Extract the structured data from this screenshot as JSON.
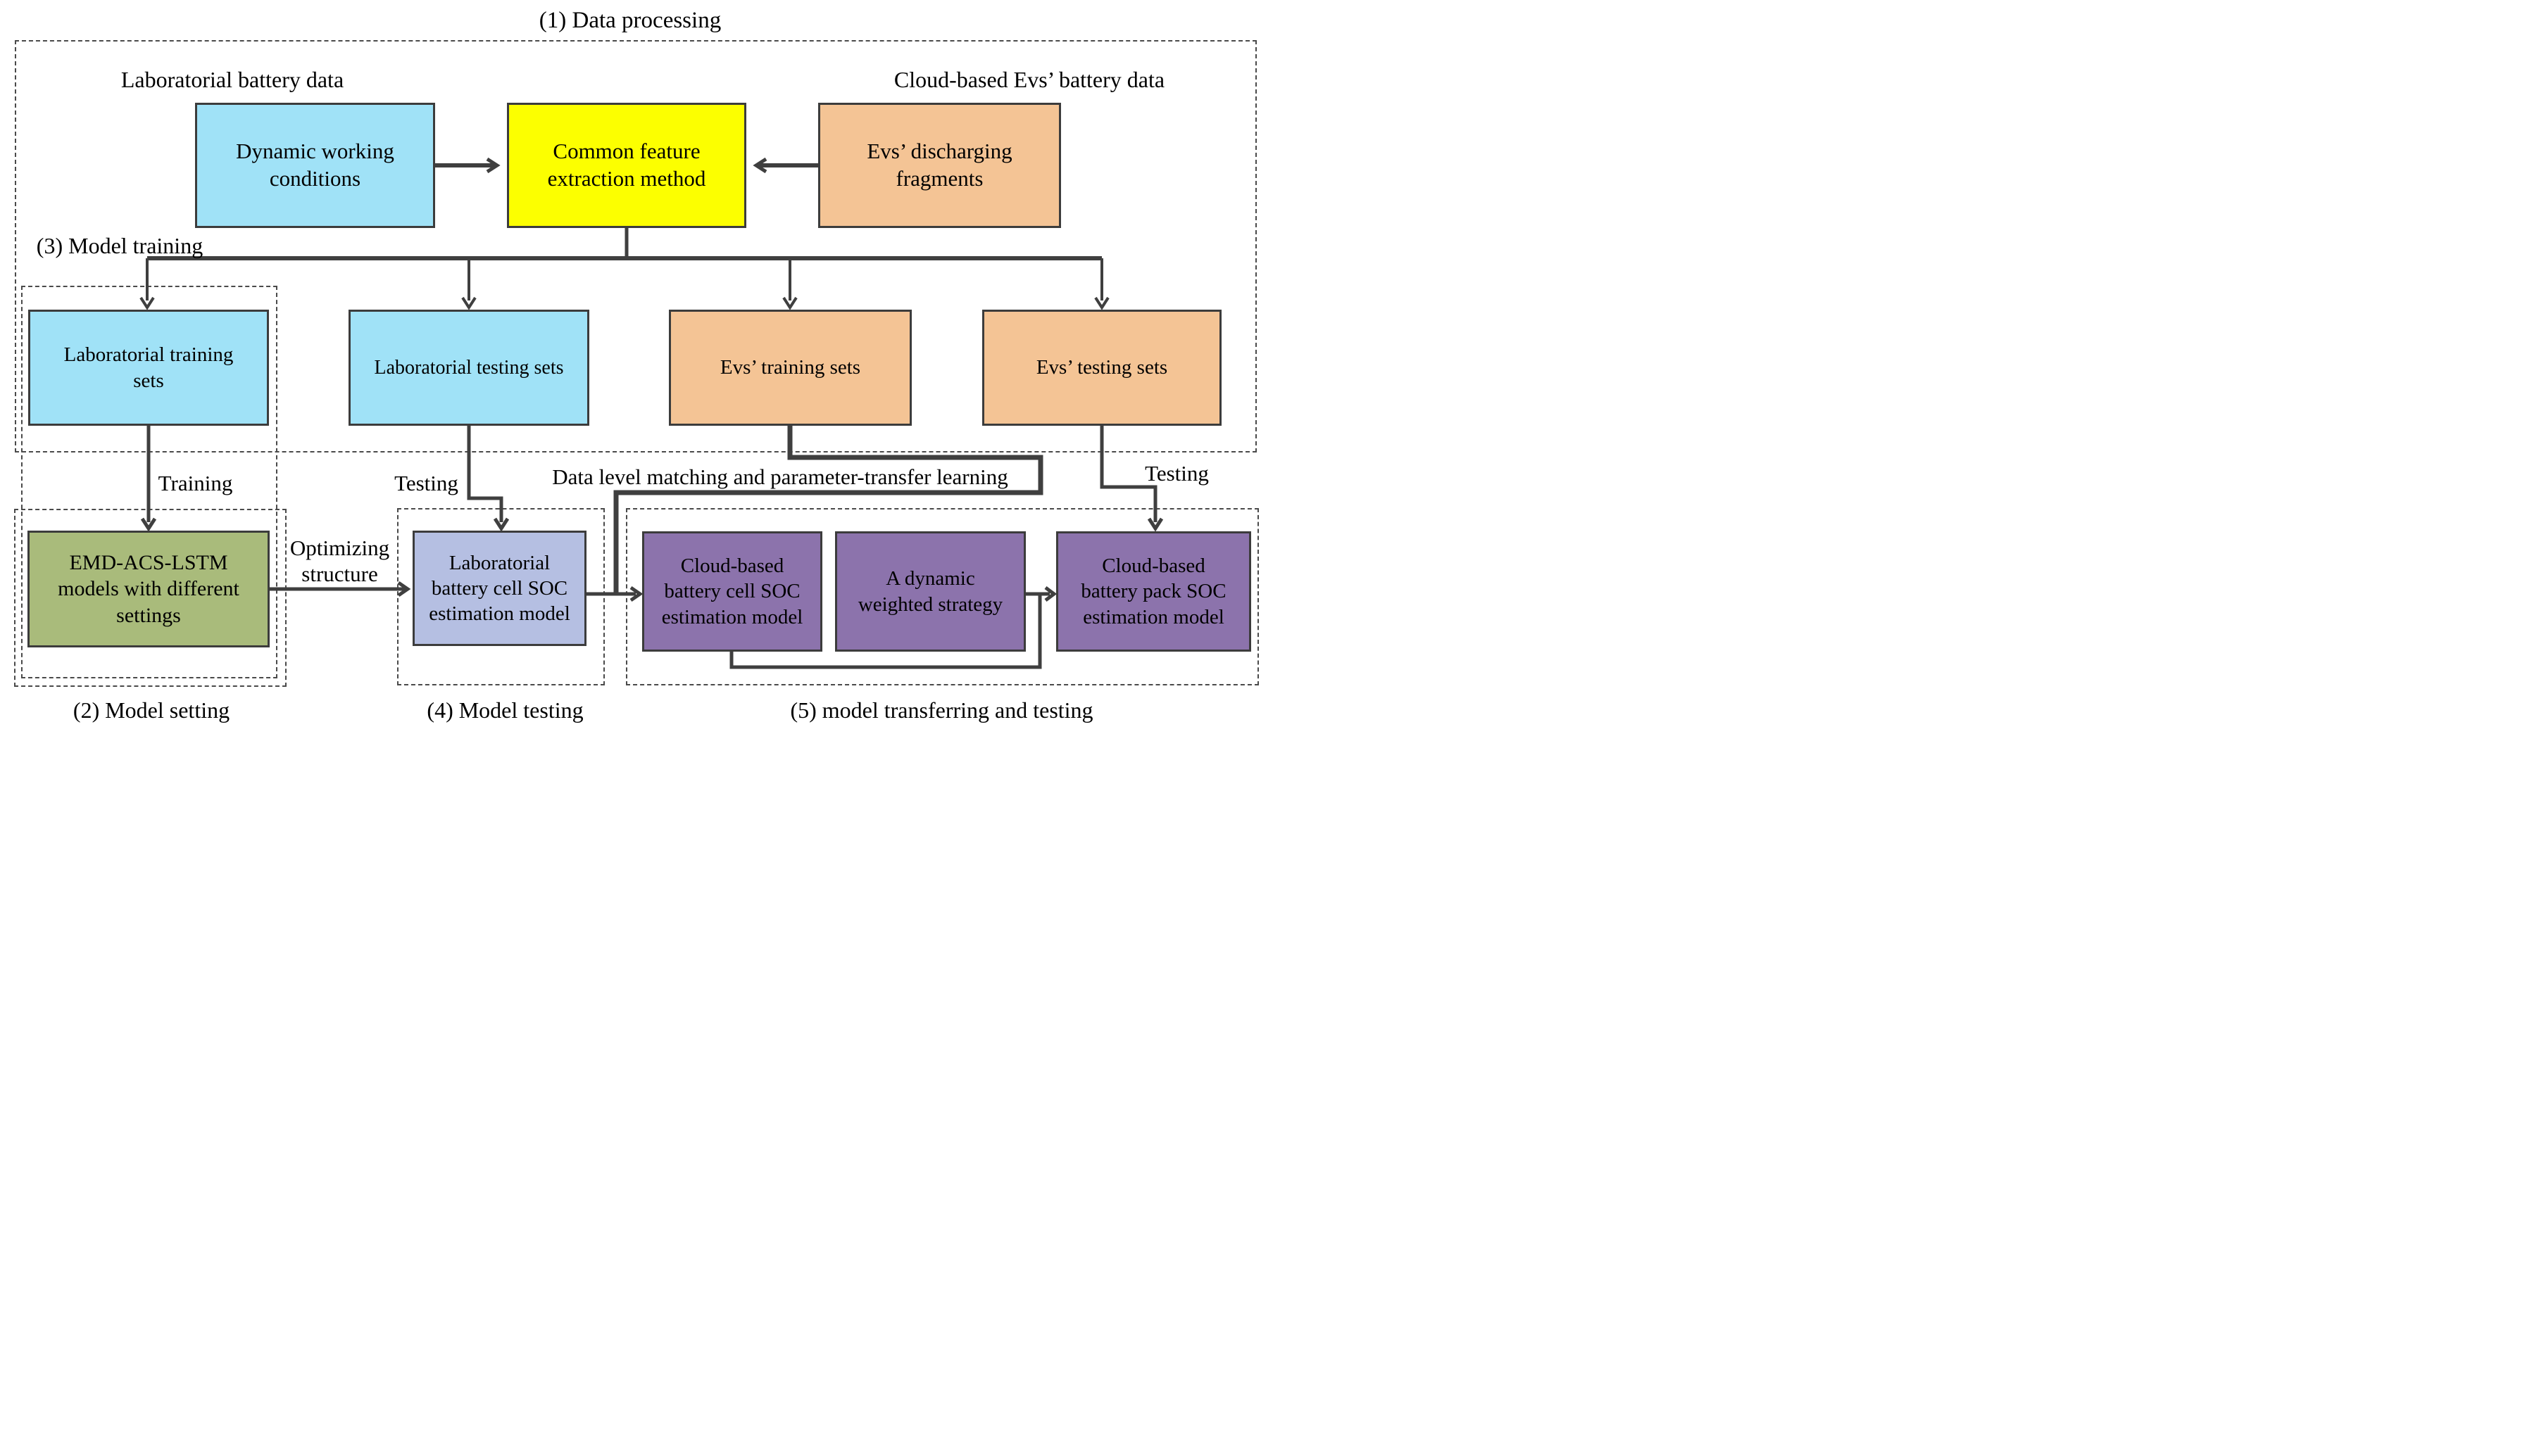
{
  "sections": {
    "data_processing": "(1) Data processing",
    "model_setting": "(2) Model setting",
    "model_training": "(3) Model training",
    "model_testing": "(4) Model testing",
    "model_transferring": "(5) model transferring and testing"
  },
  "group_labels": {
    "laboratorial": "Laboratorial battery data",
    "cloud": "Cloud-based Evs’ battery data"
  },
  "boxes": {
    "dynamic_working": {
      "label": "Dynamic working\nconditions"
    },
    "common_feature": {
      "label": "Common feature\nextraction method"
    },
    "ev_fragments": {
      "label": "Evs’ discharging\nfragments"
    },
    "lab_training_sets": {
      "label": "Laboratorial training\nsets"
    },
    "lab_testing_sets": {
      "label": "Laboratorial testing sets"
    },
    "ev_training_sets": {
      "label": "Evs’ training sets"
    },
    "ev_testing_sets": {
      "label": "Evs’ testing sets"
    },
    "emd_acs_lstm": {
      "label": "EMD-ACS-LSTM\nmodels with different\nsettings"
    },
    "lab_cell_model": {
      "label": "Laboratorial\nbattery cell SOC\nestimation model"
    },
    "cloud_cell_model": {
      "label": "Cloud-based\nbattery cell SOC\nestimation model"
    },
    "dynamic_weighted": {
      "label": "A dynamic\nweighted strategy"
    },
    "cloud_pack_model": {
      "label": "Cloud-based\nbattery pack SOC\nestimation model"
    }
  },
  "edge_labels": {
    "training": "Training",
    "testing_lab": "Testing",
    "testing_ev": "Testing",
    "optimizing": "Optimizing\nstructure",
    "transfer": "Data level matching and parameter-transfer learning"
  },
  "colors": {
    "blue": "#A0E2F7",
    "yellow": "#FCFF00",
    "orange": "#F4C495",
    "green": "#A9BB7B",
    "periwinkle": "#B5BFE2",
    "purple": "#8C73AC",
    "line": "#3F3F3F",
    "dash": "#4A4A4A"
  }
}
